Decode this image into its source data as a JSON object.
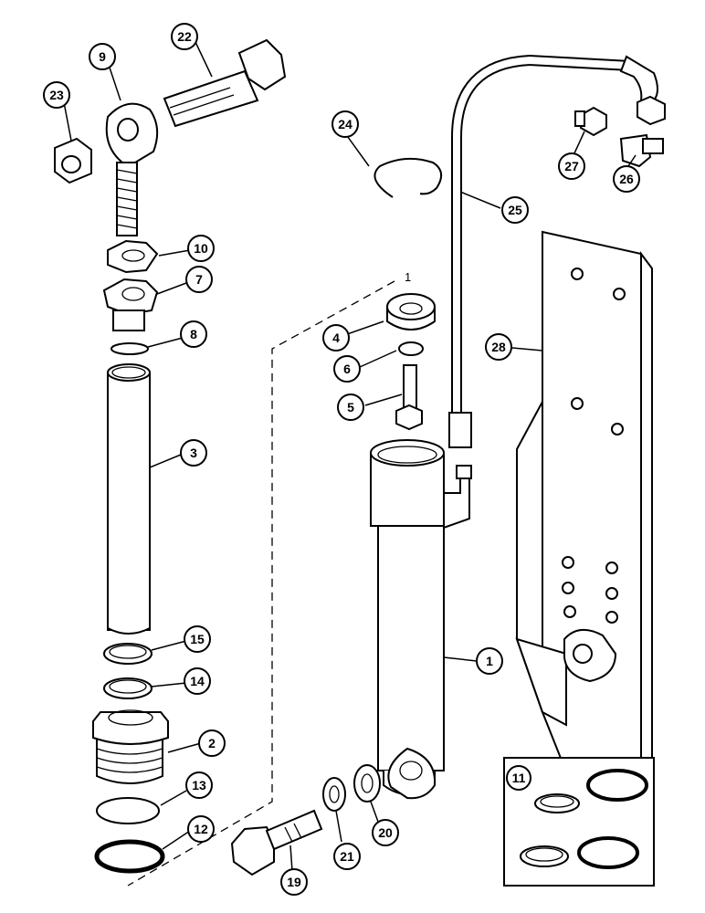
{
  "callouts": {
    "c1": "1",
    "c2": "2",
    "c3": "3",
    "c4": "4",
    "c5": "5",
    "c6": "6",
    "c7": "7",
    "c8": "8",
    "c9": "9",
    "c10": "10",
    "c11": "11",
    "c12": "12",
    "c13": "13",
    "c14": "14",
    "c15": "15",
    "c19": "19",
    "c20": "20",
    "c21": "21",
    "c22": "22",
    "c23": "23",
    "c24": "24",
    "c25": "25",
    "c26": "26",
    "c27": "27",
    "c28": "28"
  },
  "kit_label": "1"
}
